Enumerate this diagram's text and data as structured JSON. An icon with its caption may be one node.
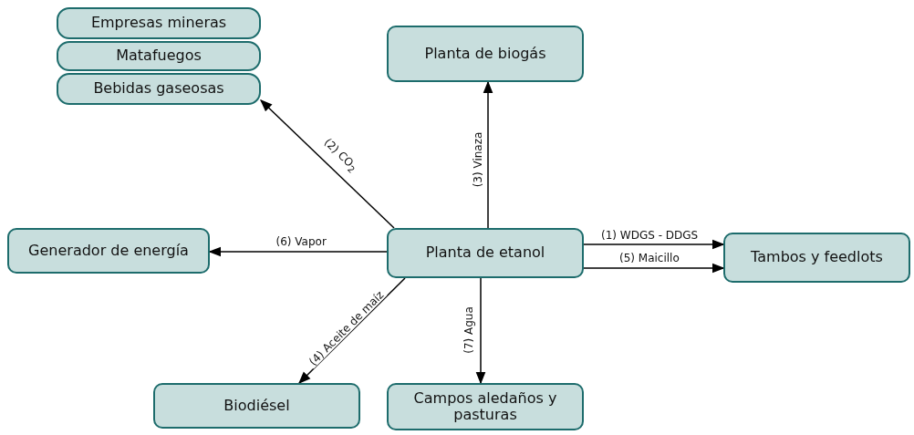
{
  "diagram": {
    "nodes": [
      {
        "text": [
          "Empresas mineras"
        ]
      },
      {
        "text": [
          "Matafuegos"
        ]
      },
      {
        "text": [
          "Bebidas gaseosas"
        ]
      },
      {
        "text": [
          "Planta de biogás"
        ]
      },
      {
        "text": [
          "Generador de energía"
        ]
      },
      {
        "text": [
          "Planta de etanol"
        ]
      },
      {
        "text": [
          "Tambos y feedlots"
        ]
      },
      {
        "text": [
          "Biodiésel"
        ]
      },
      {
        "text": [
          "Campos aledaños y pasturas"
        ]
      }
    ],
    "edges": [
      {
        "from": 5,
        "to": 2,
        "arrow": "to",
        "label": "(2) CO$_{2}$"
      },
      {
        "from": 5,
        "to": 3,
        "arrow": "to",
        "label": "(3) Vinaza"
      },
      {
        "from": 5,
        "to": 4,
        "arrow": "to",
        "label": "(6) Vapor"
      },
      {
        "from": 5,
        "to": 6,
        "arrow": "to",
        "label": "(1) WDGS - DDGS"
      },
      {
        "from": 5,
        "to": 6,
        "arrow": "to",
        "label": "(5) Maicillo"
      },
      {
        "from": 5,
        "to": 7,
        "arrow": "to",
        "label": "(4) Aceite de maíz"
      },
      {
        "from": 5,
        "to": 8,
        "arrow": "to",
        "label": "(7) Agua"
      }
    ]
  }
}
